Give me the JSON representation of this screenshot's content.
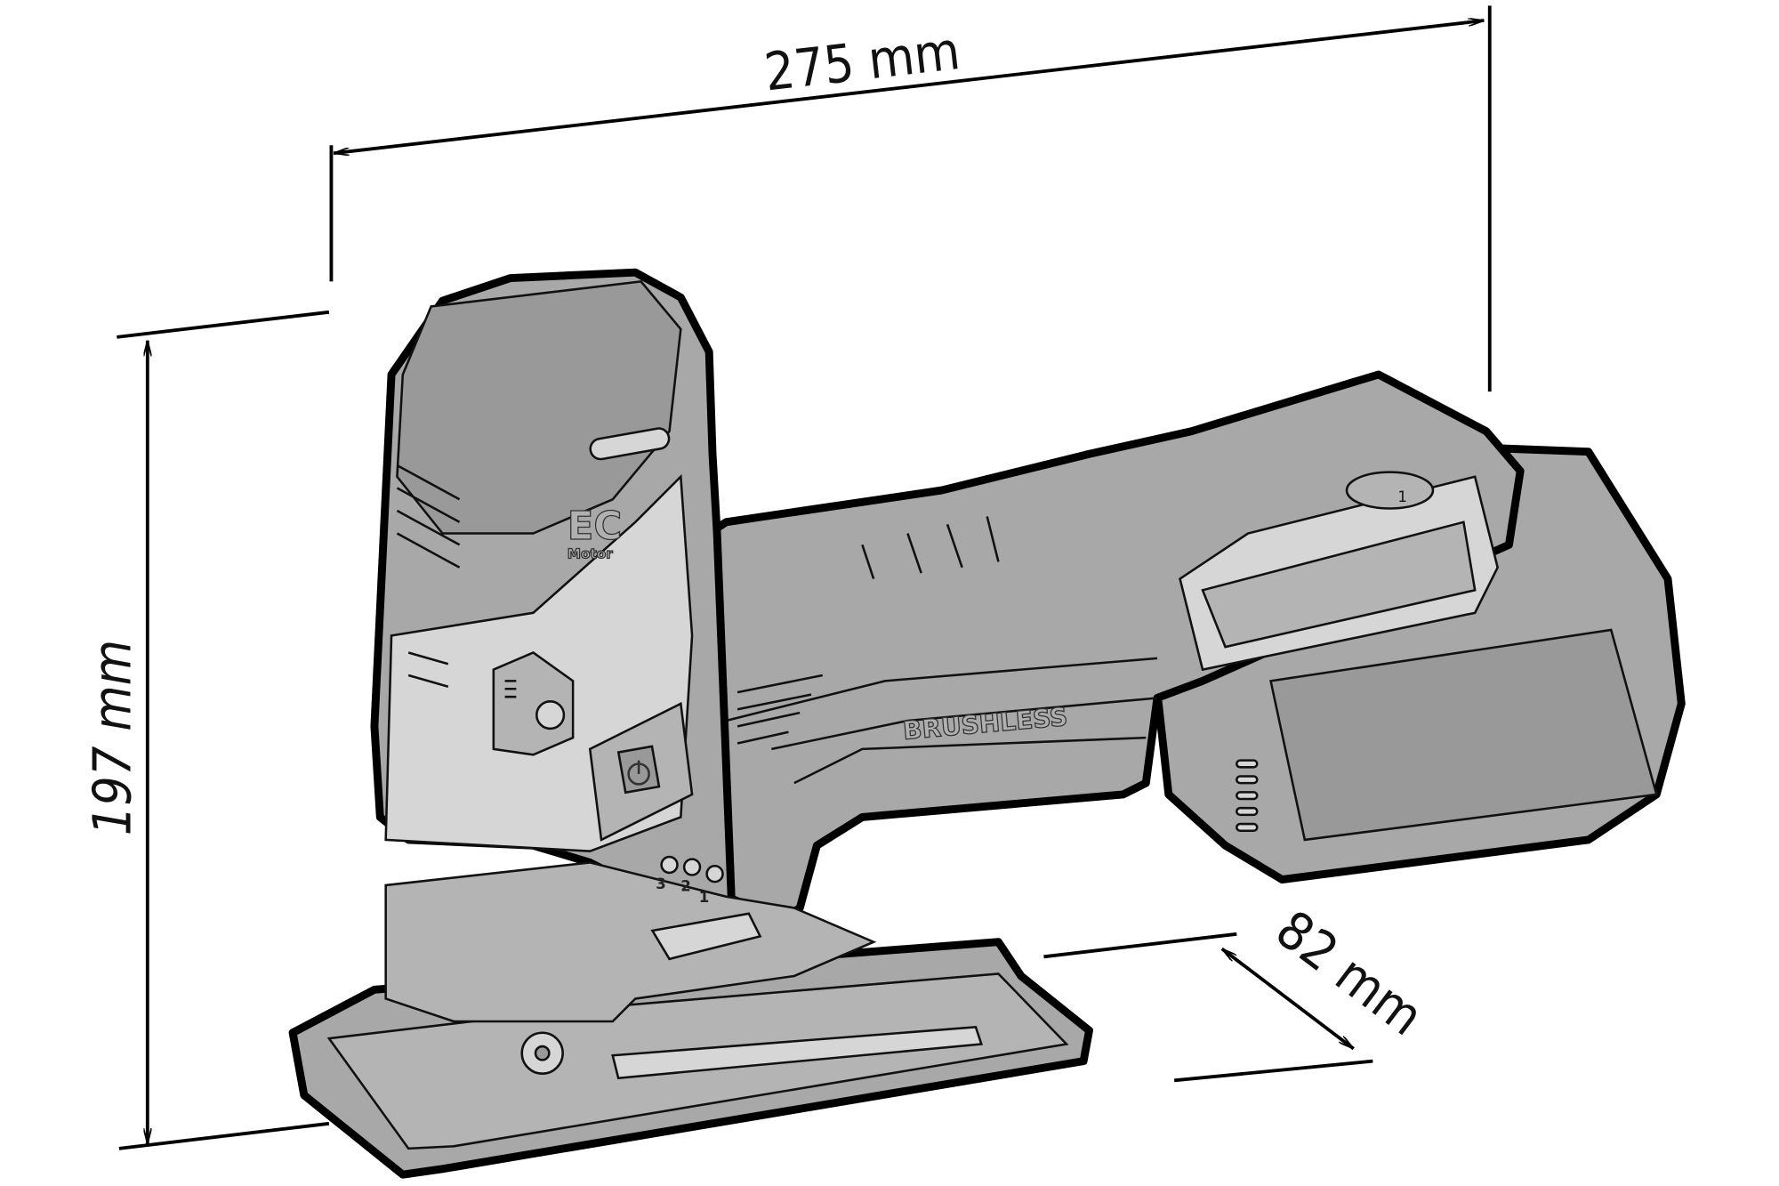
{
  "dimensions": {
    "length": "275 mm",
    "height": "197 mm",
    "width": "82 mm"
  },
  "labels": {
    "motor_badge": "EC",
    "motor_badge_sub": "Motor",
    "brand_strip": "BRUSHLESS",
    "pendulum_positions": [
      "3",
      "2",
      "1"
    ],
    "speed_dial": "1"
  },
  "colors": {
    "body": "#a8a8a8",
    "light_panel": "#d6d6d6",
    "outline": "#000000"
  }
}
